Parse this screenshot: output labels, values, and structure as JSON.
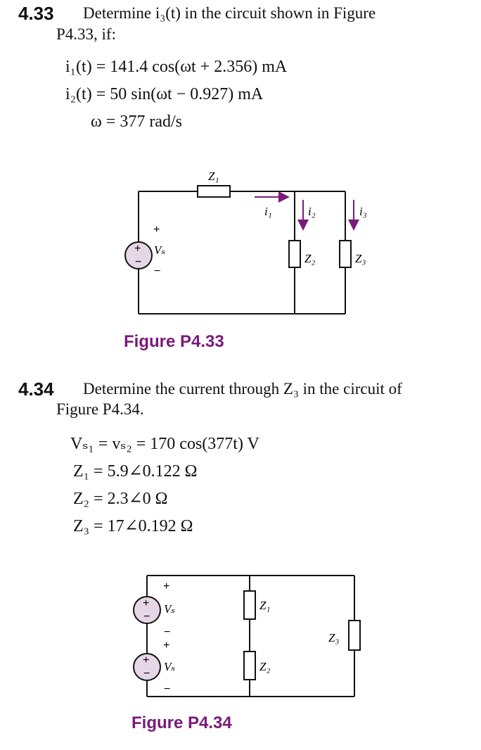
{
  "p433": {
    "number": "4.33",
    "line1": "Determine i₃(t) in the circuit shown in Figure",
    "line2": "P4.33, if:",
    "eq1": "i₁(t) = 141.4 cos(ωt + 2.356) mA",
    "eq2": "i₂(t) = 50 sin(ωt − 0.927) mA",
    "eq3": "ω = 377 rad/s",
    "figure": {
      "caption": "Figure P4.33",
      "labels": {
        "z1": "Z₁",
        "z2": "Z₂",
        "z3": "Z₃",
        "i1": "i₁",
        "i2": "i₂",
        "i3": "i₃",
        "vs": "Vₛ",
        "plus": "+",
        "minus": "−"
      }
    }
  },
  "p434": {
    "number": "4.34",
    "line1": "Determine the current through Z₃ in the circuit of",
    "line2": "Figure P4.34.",
    "eq1": "Vₛ₁ = vₛ₂ = 170 cos(377t) V",
    "eq2": "Z₁ = 5.9∠0.122 Ω",
    "eq3": "Z₂ = 2.3∠0 Ω",
    "eq4": "Z₃ = 17∠0.192 Ω",
    "figure": {
      "caption": "Figure P4.34",
      "labels": {
        "z1": "Z₁",
        "z2": "Z₂",
        "z3": "Z₃",
        "vs_top": "Vₛ",
        "vs_bottom": "Vₛ",
        "plus": "+",
        "minus": "−"
      }
    }
  },
  "colors": {
    "caption": "#7a1a7a",
    "arrow": "#7a1a7a",
    "source_fill": "#e6d6e6"
  }
}
